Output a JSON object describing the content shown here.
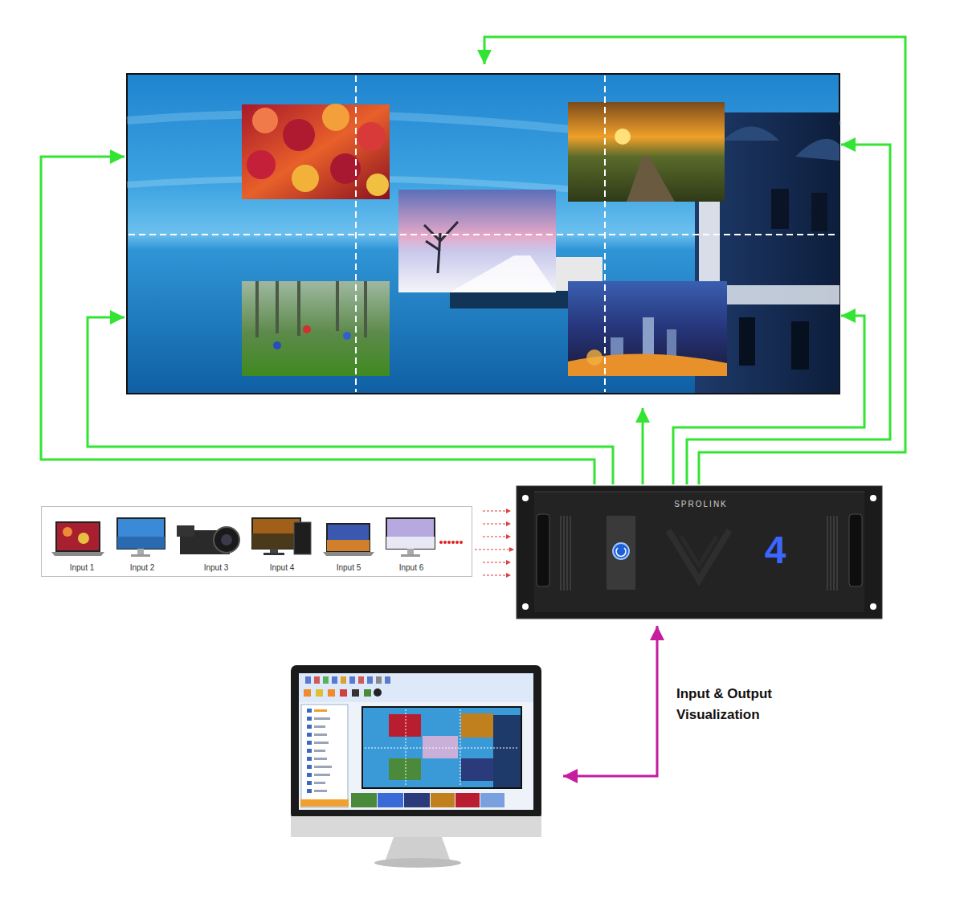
{
  "diagram": {
    "nodes": [
      {
        "text": [
          "Input 1",
          "Input 2",
          "Input 3",
          "Input 4",
          "Input 5",
          "Input 6"
        ]
      },
      {
        "text": [
          "SPROLINK",
          "4"
        ]
      }
    ],
    "edges": [
      {
        "from": 0,
        "to": 1,
        "arrow": "to"
      }
    ],
    "labels": [
      "Input & Output Visualization"
    ]
  }
}
